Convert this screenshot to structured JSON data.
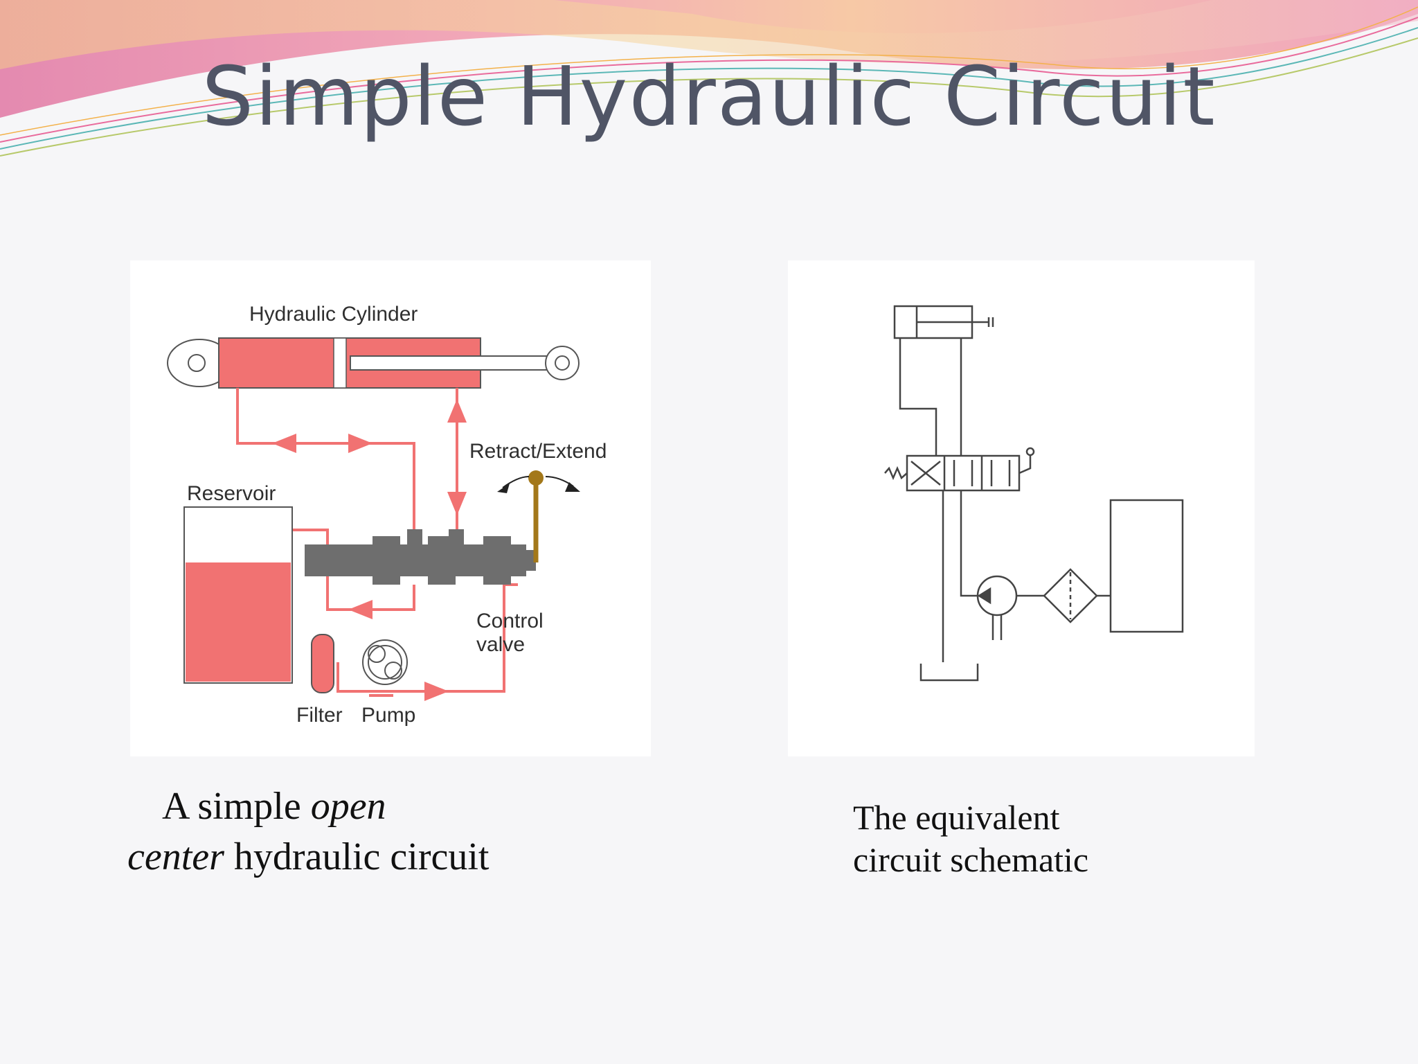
{
  "title": "Simple Hydraulic Circuit",
  "colors": {
    "accent_fluid": "#f17272",
    "valve_gray": "#6e6e6e",
    "lever_brown": "#a3781a",
    "title_color": "#505566"
  },
  "left_diagram": {
    "labels": {
      "cylinder": "Hydraulic Cylinder",
      "retract_extend": "Retract/Extend",
      "reservoir": "Reservoir",
      "control_valve_line1": "Control",
      "control_valve_line2": "valve",
      "filter": "Filter",
      "pump": "Pump"
    }
  },
  "left_caption": {
    "line1_normal": "A simple ",
    "line1_italic": "open",
    "line2_italic": "center",
    "line2_normal": " hydraulic circuit"
  },
  "right_caption": {
    "line1": "The equivalent",
    "line2": "circuit schematic"
  }
}
